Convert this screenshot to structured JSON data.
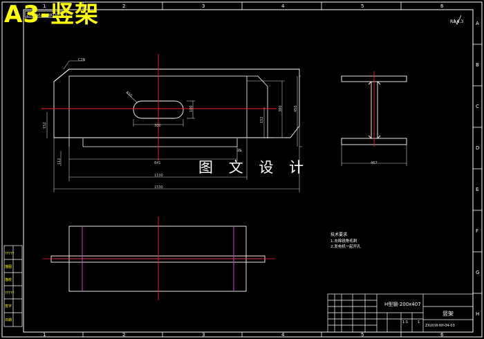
{
  "header": {
    "title": "A3-竖架",
    "code": "ZX(II)Ⅵ-NY(W73)",
    "roughness": "Ra 6.3"
  },
  "grid": {
    "columns": [
      "1",
      "2",
      "3",
      "4",
      "5",
      "6"
    ],
    "rows": [
      "A",
      "B",
      "C",
      "D",
      "E",
      "F",
      "G",
      "H"
    ]
  },
  "dimensions": {
    "chamfer_top": "C2N",
    "slot_radius": "R50",
    "slot_length": "300",
    "slot_width": "100",
    "height_inner": "380",
    "height_outer": "450",
    "left_offset": "152",
    "right_offset": "152",
    "bottom_small": "75",
    "left_small": "112",
    "len_841": "841",
    "len_1100": "1100",
    "len_1530": "1530",
    "flange_width": "467"
  },
  "watermark": "图 文 设 计",
  "notes": {
    "heading": "技术要求",
    "lines": [
      "1.去除锐角毛刺",
      "2.发电机一起开孔"
    ]
  },
  "left_tabs": [
    "?????",
    "描图",
    "描校",
    "?????",
    "签字",
    "日期"
  ],
  "title_block": {
    "material": "H型钢-200x407",
    "part_name": "竖架",
    "drawing_no": "ZX(II)Ⅵ-NY-04-03",
    "scale": "1:1",
    "qty": "1"
  },
  "colors": {
    "frame": "#ffffff",
    "center_line": "#ff2222",
    "magenta": "#cc44cc",
    "dimension": "#cfcfcf",
    "title": "#ffff00"
  }
}
